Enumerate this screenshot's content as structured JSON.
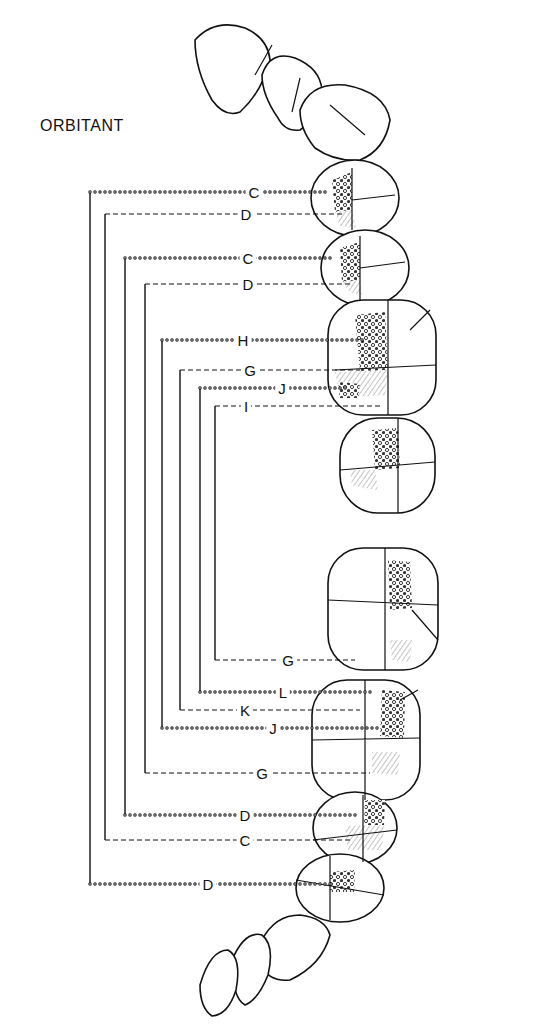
{
  "diagram": {
    "title": "ORBITANT",
    "labels": [
      "C",
      "D",
      "C",
      "D",
      "H",
      "G",
      "J",
      "I",
      "G",
      "L",
      "K",
      "J",
      "G",
      "D",
      "C",
      "D"
    ]
  }
}
